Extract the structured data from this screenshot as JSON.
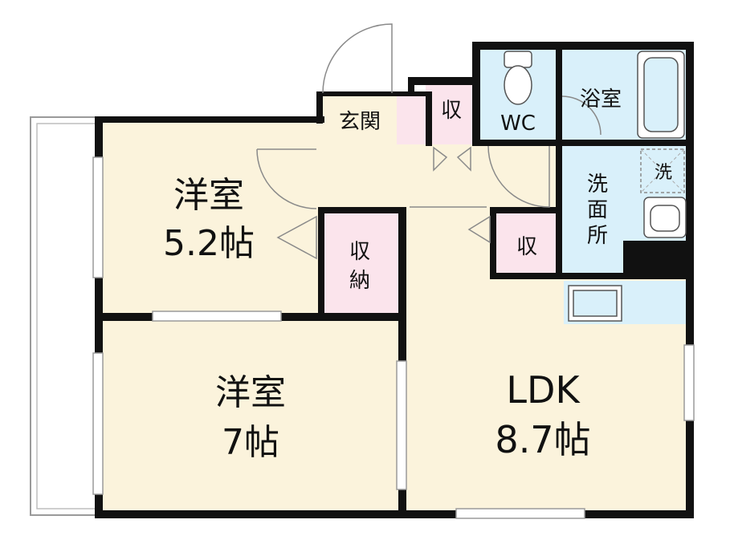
{
  "colors": {
    "room": "#fbf3dc",
    "storage": "#fbe4ec",
    "wet": "#d9f0fa",
    "wall": "#111111",
    "balcony": "#ffffff",
    "line": "#9a9a9a"
  },
  "rooms": {
    "western1": {
      "name": "洋室",
      "size": "5.2帖"
    },
    "western2": {
      "name": "洋室",
      "size": "7帖"
    },
    "ldk": {
      "name": "LDK",
      "size": "8.7帖"
    },
    "entrance": {
      "name": "玄関"
    },
    "storage_top": {
      "name": "収"
    },
    "wc": {
      "name": "WC"
    },
    "bath": {
      "name": "浴室"
    },
    "washroom": {
      "name": "洗面所",
      "chars": [
        "洗",
        "面",
        "所"
      ]
    },
    "washer": {
      "name": "洗"
    },
    "closet": {
      "chars": [
        "収",
        "納"
      ]
    },
    "storage_ldk": {
      "name": "収"
    }
  },
  "icons": [
    "toilet-icon",
    "bathtub-icon",
    "sink-icon",
    "kitchen-counter-icon",
    "door-swing-icon"
  ]
}
